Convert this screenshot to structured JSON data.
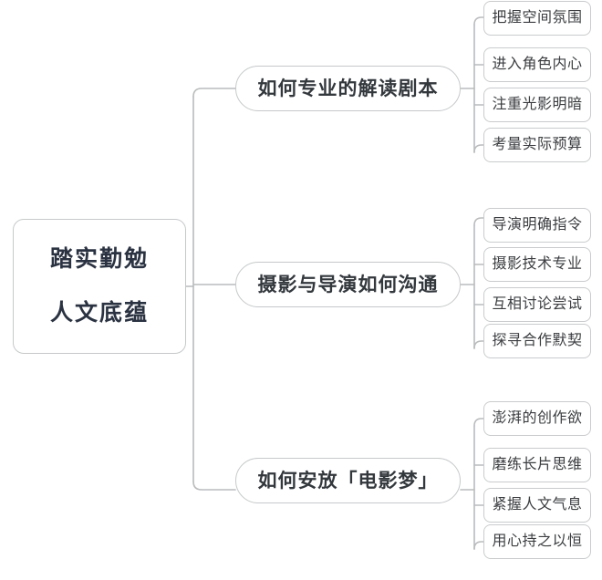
{
  "diagram": {
    "type": "mind-map",
    "orientation": "left-to-right",
    "colors": {
      "background": "#ffffff",
      "node_border": "#c9cbcd",
      "connector": "#b9bbbd",
      "root_text": "#2b3342",
      "branch_text": "#33383d",
      "leaf_text": "#3b3d40"
    },
    "root": {
      "lines": [
        "踏实勤勉",
        "人文底蕴"
      ]
    },
    "branches": [
      {
        "label": "如何专业的解读剧本",
        "leaves": [
          "把握空间氛围",
          "进入角色内心",
          "注重光影明暗",
          "考量实际预算"
        ]
      },
      {
        "label": "摄影与导演如何沟通",
        "leaves": [
          "导演明确指令",
          "摄影技术专业",
          "互相讨论尝试",
          "探寻合作默契"
        ]
      },
      {
        "label": "如何安放「电影梦」",
        "leaves": [
          "澎湃的创作欲",
          "磨练长片思维",
          "紧握人文气息",
          "用心持之以恒"
        ]
      }
    ]
  }
}
